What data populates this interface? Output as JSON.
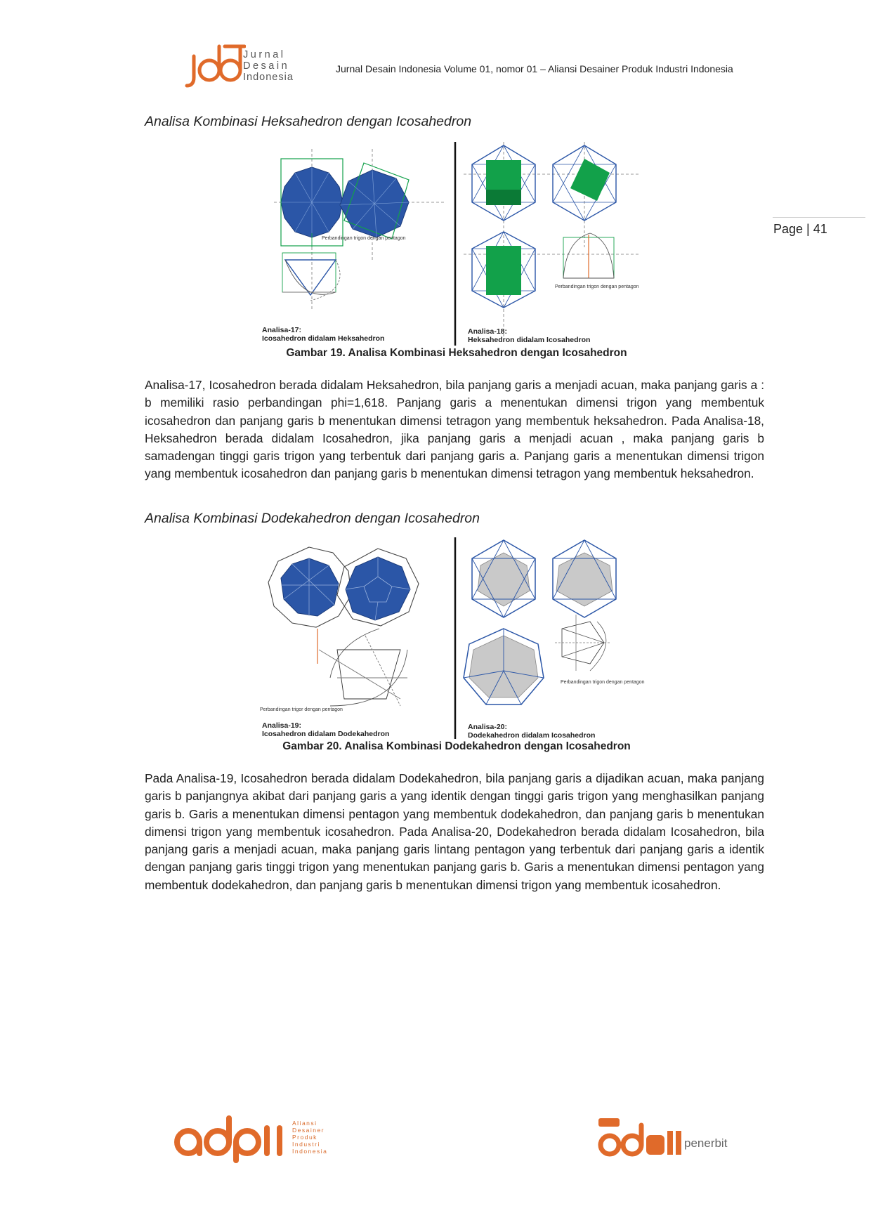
{
  "header": {
    "logo_words": [
      "Jurnal",
      "Desain",
      "Indonesia"
    ],
    "running_head": "Jurnal Desain Indonesia Volume 01, nomor 01 – Aliansi Desainer Produk Industri Indonesia"
  },
  "page_number": "Page | 41",
  "sections": [
    {
      "heading": "Analisa  Kombinasi Heksahedron dengan Icosahedron",
      "figure": {
        "left_label_line1": "Analisa-17:",
        "left_label_line2": "Icosahedron didalam Heksahedron",
        "right_label_line1": "Analisa-18:",
        "right_label_line2": "Heksahedron didalam Icosahedron",
        "note_left": "Perbandingan trigon dengan pentagon",
        "note_right": "Perbandingan trigon dengan pentagon"
      },
      "caption": "Gambar 19. Analisa  Kombinasi Heksahedron dengan Icosahedron",
      "paragraph": "Analisa-17, Icosahedron berada didalam Heksahedron, bila panjang garis a menjadi acuan, maka panjang garis a : b memiliki rasio perbandingan phi=1,618. Panjang garis a menentukan dimensi trigon yang membentuk icosahedron dan panjang garis b menentukan dimensi tetragon yang membentuk heksahedron. Pada Analisa-18, Heksahedron berada didalam Icosahedron, jika panjang garis a menjadi acuan , maka panjang garis b samadengan tinggi garis trigon yang terbentuk dari panjang garis a. Panjang garis a menentukan dimensi trigon yang membentuk icosahedron dan panjang garis b menentukan dimensi tetragon yang membentuk heksahedron."
    },
    {
      "heading": "Analisa  Kombinasi Dodekahedron dengan Icosahedron",
      "figure": {
        "left_label_line1": "Analisa-19:",
        "left_label_line2": "Icosahedron didalam Dodekahedron",
        "right_label_line1": "Analisa-20:",
        "right_label_line2": "Dodekahedron didalam Icosahedron",
        "note_left": "Perbandingan trigor dengan pentagon",
        "note_right": "Perbandingan trigon dengan pentagon"
      },
      "caption": "Gambar 20. Analisa  Kombinasi Dodekahedron dengan Icosahedron",
      "paragraph": "Pada Analisa-19, Icosahedron berada didalam Dodekahedron, bila panjang garis a dijadikan acuan, maka panjang garis b panjangnya akibat dari panjang garis a yang identik dengan tinggi garis trigon yang menghasilkan panjang garis b. Garis a menentukan dimensi pentagon yang membentuk dodekahedron, dan panjang garis b menentukan dimensi trigon yang membentuk icosahedron. Pada Analisa-20, Dodekahedron berada didalam Icosahedron, bila panjang garis a menjadi acuan, maka panjang garis lintang pentagon yang terbentuk dari panjang garis a identik dengan panjang garis tinggi trigon yang menentukan panjang garis b. Garis a menentukan dimensi pentagon yang membentuk dodekahedron, dan panjang garis b menentukan dimensi trigon yang membentuk icosahedron."
    }
  ],
  "footer": {
    "left_logo_words": [
      "Aliansi",
      "Desainer",
      "Produk",
      "Industri",
      "Indonesia"
    ],
    "right_logo_word": "penerbit"
  },
  "colors": {
    "orange": "#e06a2a",
    "blue": "#2b56a7",
    "green": "#12a14a",
    "grey_fill": "#c9c9c9"
  }
}
